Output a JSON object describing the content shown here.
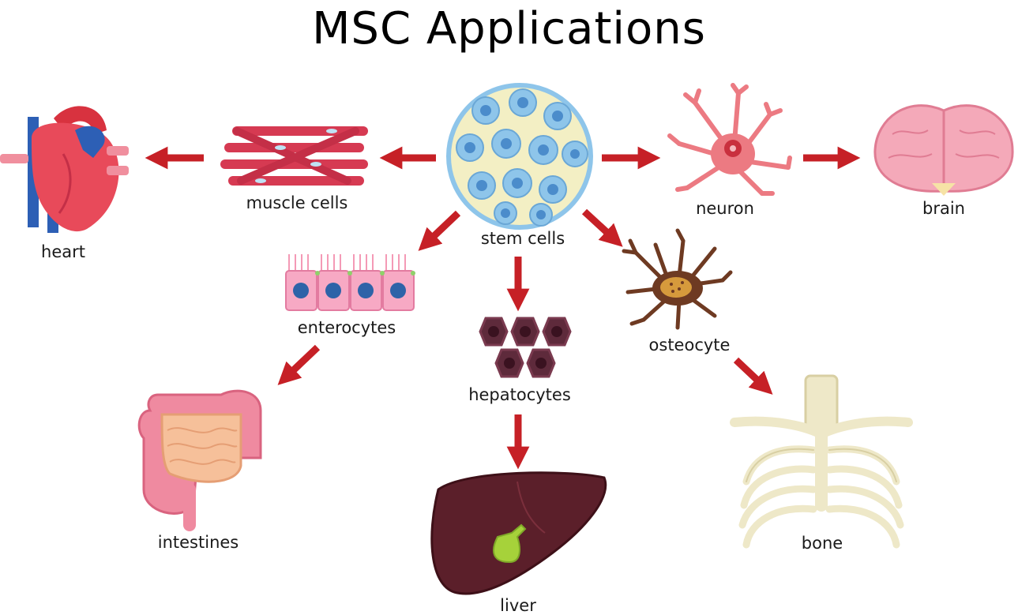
{
  "title": "MSC Applications",
  "labels": {
    "stem_cells": "stem cells",
    "muscle_cells": "muscle cells",
    "heart": "heart",
    "neuron": "neuron",
    "brain": "brain",
    "enterocytes": "enterocytes",
    "intestines": "intestines",
    "hepatocytes": "hepatocytes",
    "liver": "liver",
    "osteocyte": "osteocyte",
    "bone": "bone"
  },
  "colors": {
    "arrow": "#c62026",
    "stem_fill": "#f3efc4",
    "stem_cell": "#8ec5ea",
    "muscle": "#d63a52",
    "heart": "#e84a5a",
    "neuron": "#ec7a82",
    "brain": "#f4a9b9",
    "enterocyte": "#f7a9c4",
    "hepatocyte": "#5e2a3b",
    "liver": "#5b1f2a",
    "osteocyte": "#6e3a22",
    "bone": "#eee8c8",
    "intestine_outer": "#ef8aa0",
    "intestine_inner": "#f6c09a"
  }
}
